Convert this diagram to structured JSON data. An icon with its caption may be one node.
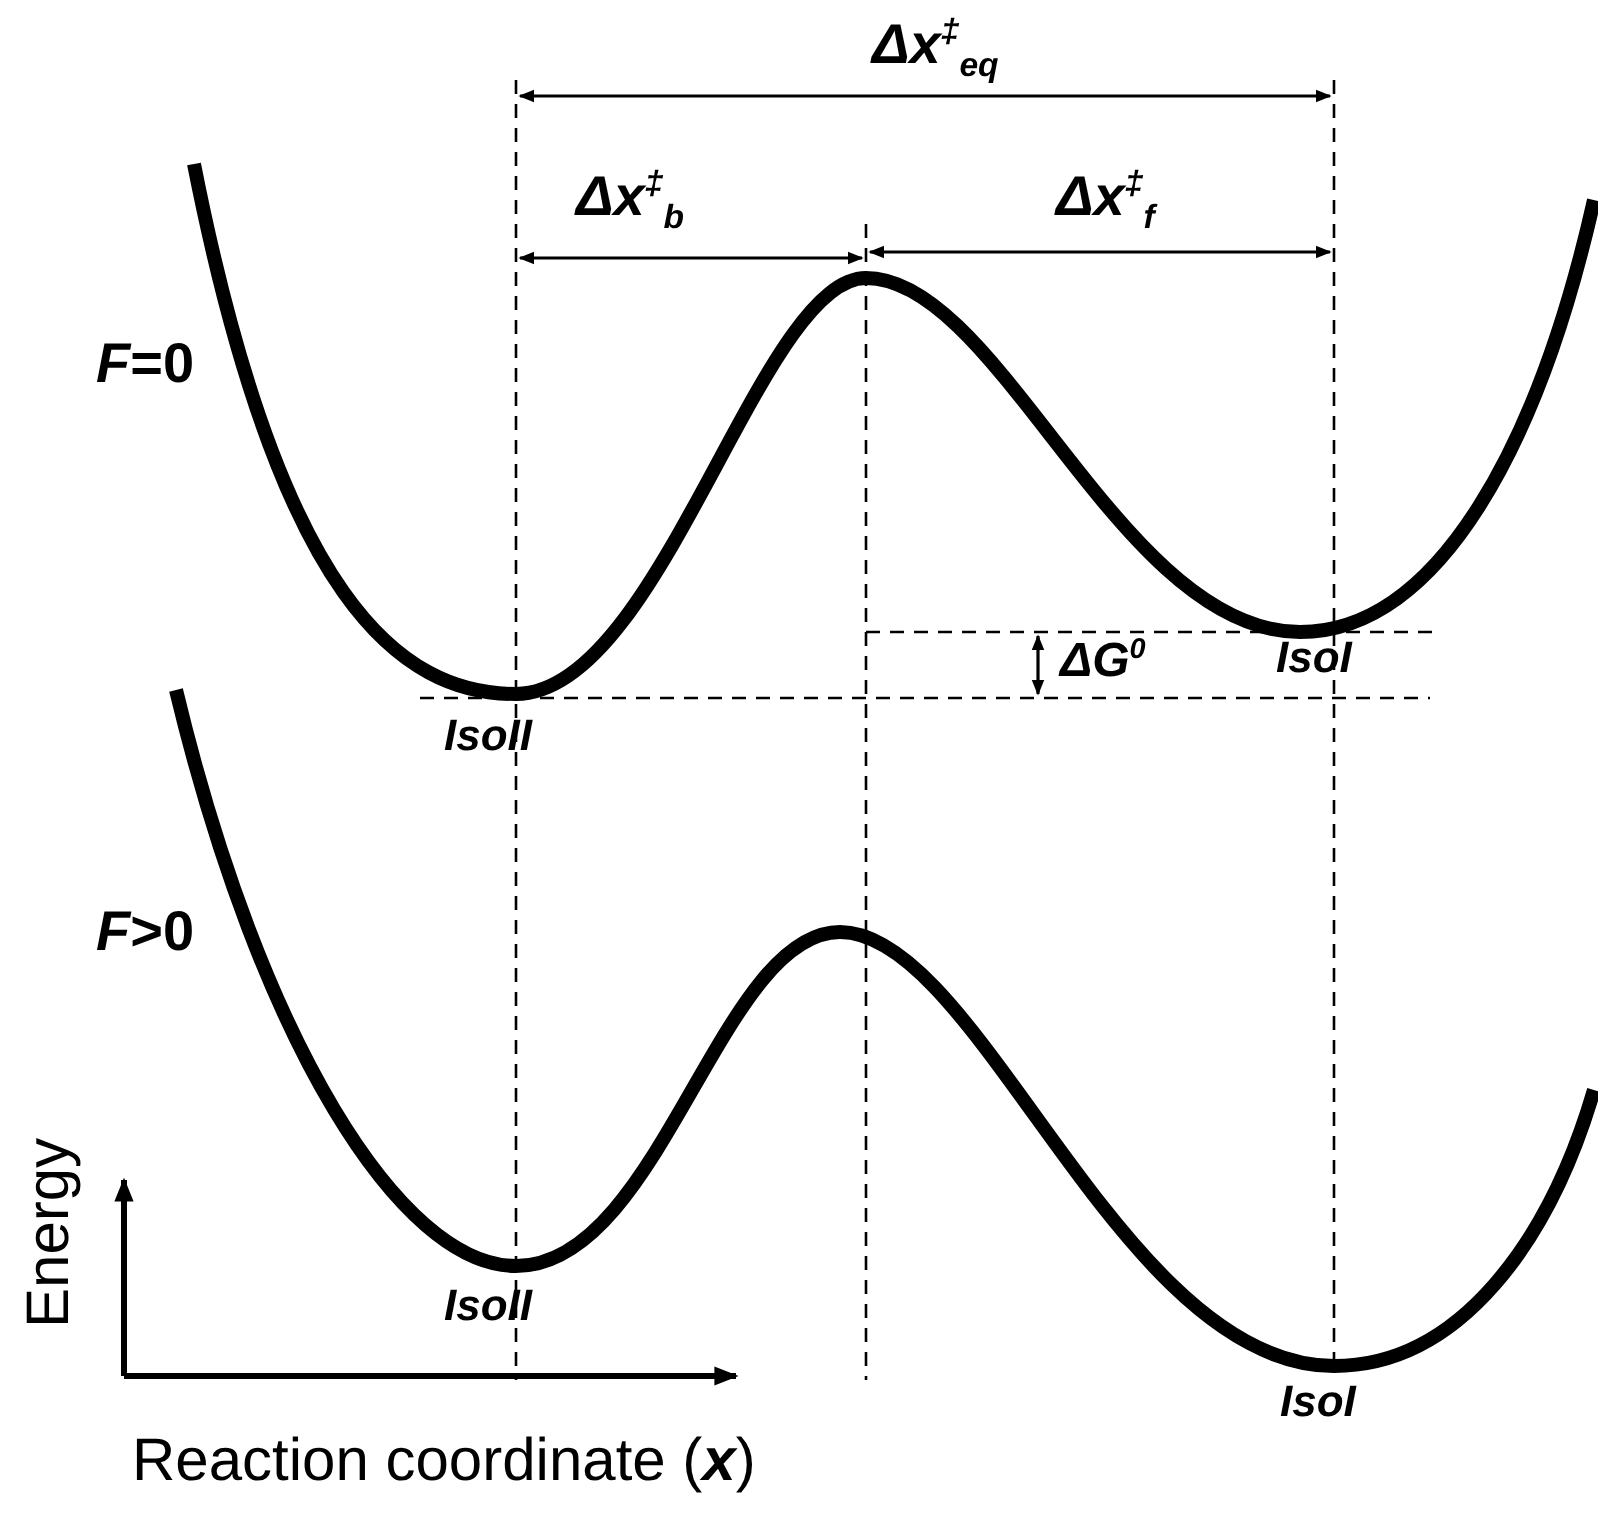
{
  "diagram": {
    "labels": [
      "Δx$^{‡}$$_{eq}$",
      "Δx$^{‡}$$_{b}$",
      "Δx$^{‡}$$_{f}$",
      "*F*=0",
      "ΔG$^{0}$",
      "IsoI",
      "IsoII",
      "*F*>0",
      "IsoII",
      "IsoI",
      "Energy",
      "Reaction coordinate (**x**)"
    ]
  }
}
